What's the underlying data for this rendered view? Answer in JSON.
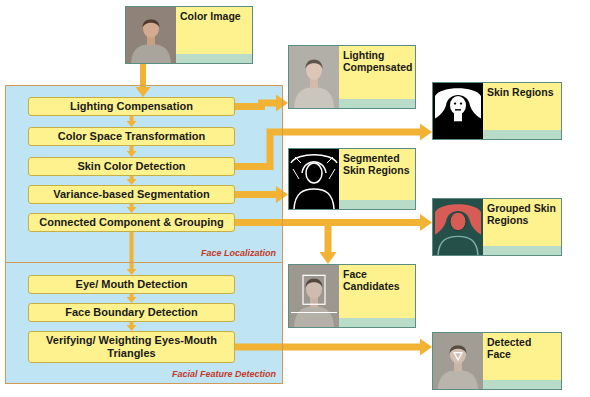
{
  "diagram": {
    "nodes": [
      {
        "text": [
          "Color Image"
        ]
      },
      {
        "text": [
          "Face Localization"
        ]
      },
      {
        "text": [
          "Lighting Compensation"
        ],
        "in": 1
      },
      {
        "text": [
          "Color Space Transformation"
        ],
        "in": 1
      },
      {
        "text": [
          "Skin Color Detection"
        ],
        "in": 1
      },
      {
        "text": [
          "Variance-based Segmentation"
        ],
        "in": 1
      },
      {
        "text": [
          "Connected Component & Grouping"
        ],
        "in": 1
      },
      {
        "text": [
          "Facial Feature Detection"
        ]
      },
      {
        "text": [
          "Eye/ Mouth Detection"
        ],
        "in": 7
      },
      {
        "text": [
          "Face Boundary Detection"
        ],
        "in": 7
      },
      {
        "text": [
          "Verifying/ Weighting Eyes-Mouth Triangles"
        ],
        "in": 7
      },
      {
        "text": [
          "Lighting Compensated"
        ]
      },
      {
        "text": [
          "Skin Regions"
        ]
      },
      {
        "text": [
          "Segmented Skin Regions"
        ]
      },
      {
        "text": [
          "Grouped Skin Regions"
        ]
      },
      {
        "text": [
          "Face Candidates"
        ]
      },
      {
        "text": [
          "Detected Face"
        ]
      }
    ],
    "edges": [
      {
        "from": 0,
        "to": 2,
        "arrow": "to"
      },
      {
        "from": 2,
        "to": 3,
        "arrow": "to"
      },
      {
        "from": 3,
        "to": 4,
        "arrow": "to"
      },
      {
        "from": 4,
        "to": 5,
        "arrow": "to"
      },
      {
        "from": 5,
        "to": 6,
        "arrow": "to"
      },
      {
        "from": 6,
        "to": 8,
        "arrow": "to"
      },
      {
        "from": 8,
        "to": 9,
        "arrow": "to"
      },
      {
        "from": 9,
        "to": 10,
        "arrow": "to"
      },
      {
        "from": 2,
        "to": 11,
        "arrow": "to"
      },
      {
        "from": 4,
        "to": 12,
        "arrow": "to"
      },
      {
        "from": 5,
        "to": 13,
        "arrow": "to"
      },
      {
        "from": 6,
        "to": 14,
        "arrow": "to"
      },
      {
        "from": 6,
        "to": 15,
        "arrow": "to"
      },
      {
        "from": 10,
        "to": 16,
        "arrow": "to"
      }
    ]
  }
}
